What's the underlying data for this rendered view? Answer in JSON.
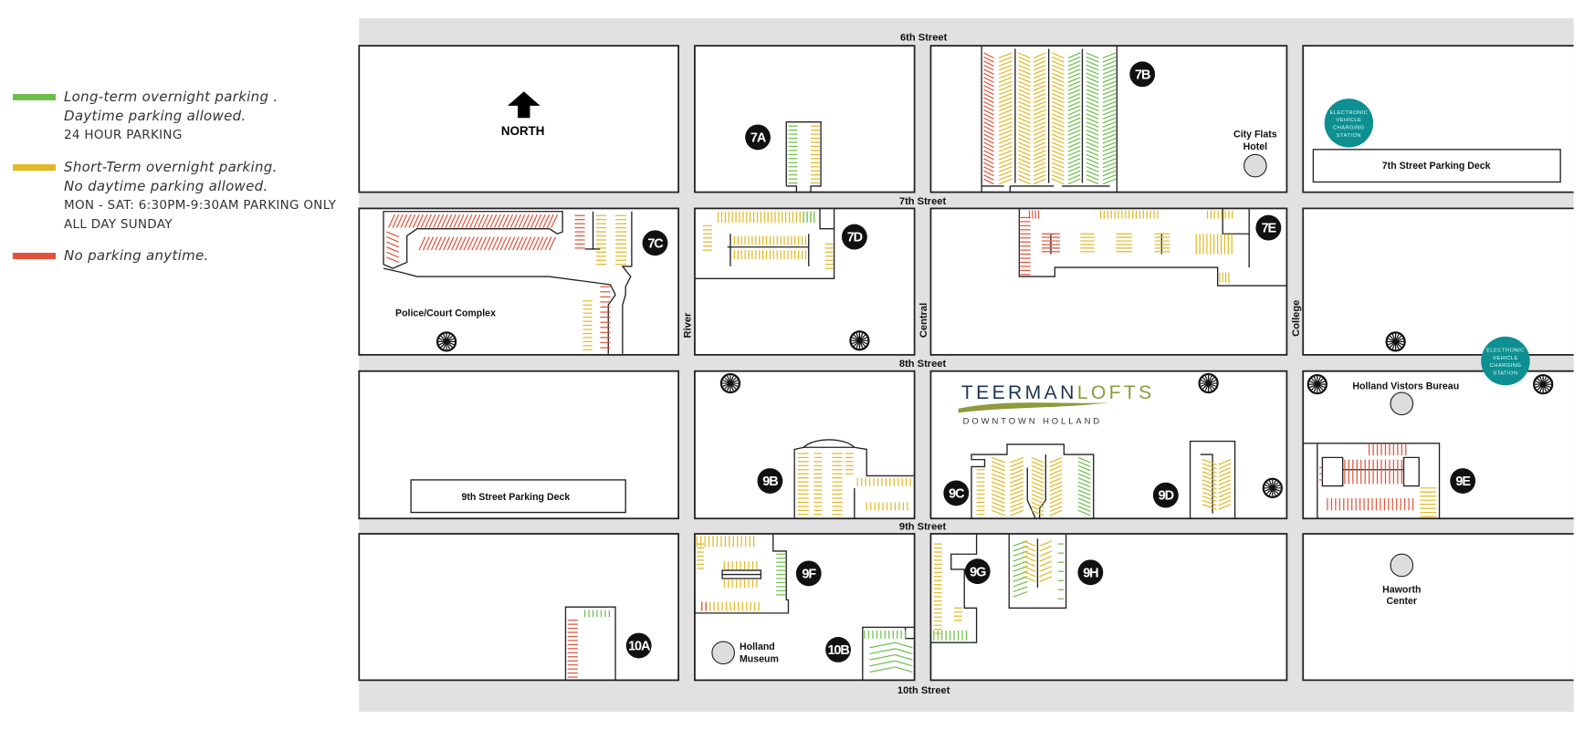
{
  "colors": {
    "long_term": "#6cbf4a",
    "short_term": "#e2b824",
    "no_parking": "#e0533a",
    "ev_station": "#0e8f91",
    "street": "#e1e1e1",
    "logo_dark": "#1c3553",
    "logo_light": "#8e9a3c"
  },
  "legend": [
    {
      "line1": "Long-term overnight parking .",
      "line2": "Daytime parking allowed.",
      "details": [
        "24 HOUR PARKING"
      ]
    },
    {
      "line1": "Short-Term overnight parking.",
      "line2": "No daytime parking allowed.",
      "details": [
        "MON - SAT: 6:30PM-9:30AM PARKING ONLY",
        "ALL DAY SUNDAY"
      ]
    },
    {
      "line1": "No parking anytime.",
      "line2": "",
      "details": []
    }
  ],
  "map": {
    "north_label": "NORTH",
    "streets": {
      "sixth": "6th Street",
      "seventh": "7th Street",
      "eighth": "8th Street",
      "ninth": "9th Street",
      "tenth": "10th Street",
      "river": "River",
      "central": "Central",
      "college": "College"
    },
    "lots": [
      "7A",
      "7B",
      "7C",
      "7D",
      "7E",
      "9B",
      "9C",
      "9D",
      "9E",
      "9F",
      "9G",
      "9H",
      "10A",
      "10B"
    ],
    "landmarks": {
      "police": "Police/Court Complex",
      "city_flats_1": "City Flats",
      "city_flats_2": "Hotel",
      "deck_7th": "7th Street Parking Deck",
      "deck_9th": "9th Street Parking Deck",
      "visitors": "Holland Vistors Bureau",
      "haworth_1": "Haworth",
      "haworth_2": "Center",
      "museum_1": "Holland",
      "museum_2": "Museum"
    },
    "ev_label": [
      "ELECTRONIC",
      "VEHICLE",
      "CHARGING",
      "STATION"
    ],
    "logo": {
      "name_dark": "TEERMAN",
      "name_light": "LOFTS",
      "subtitle": "DOWNTOWN HOLLAND"
    }
  }
}
